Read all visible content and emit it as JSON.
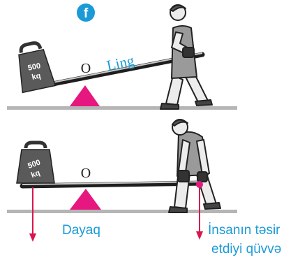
{
  "badge": {
    "letter": "f"
  },
  "scene_top": {
    "fulcrum_label": "O",
    "lever_label": "Ling",
    "weight_text_line1": "500",
    "weight_text_line2": "kq"
  },
  "scene_bottom": {
    "fulcrum_label": "O",
    "weight_text_line1": "500",
    "weight_text_line2": "kq",
    "support_label": "Dayaq",
    "force_label_line1": "İnsanın təsir",
    "force_label_line2": "etdiyi qüvvə"
  },
  "colors": {
    "accent_blue": "#1a9ad6",
    "fulcrum_magenta": "#e6187f",
    "arrow_red": "#d8164e",
    "ground_gray": "#b5b5b5",
    "weight_gray": "#5a5a5a"
  },
  "icons": [
    "badge-f-icon",
    "weight-icon",
    "fulcrum-triangle-icon",
    "person-icon",
    "force-arrow-icon"
  ]
}
